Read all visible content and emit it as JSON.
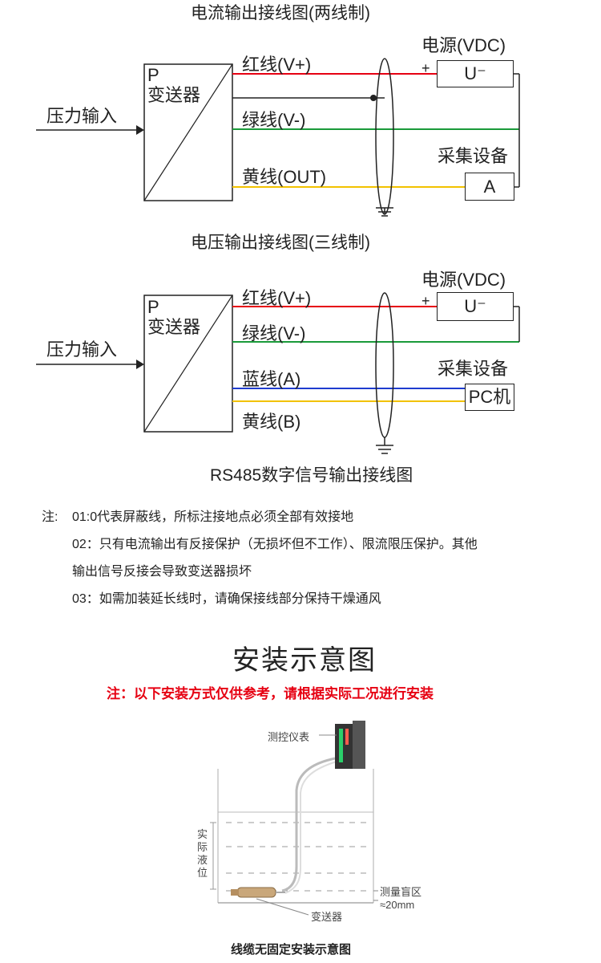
{
  "diagram1": {
    "title": "电流输出接线图(两线制)",
    "pressure_input": "压力输入",
    "transmitter_p": "P",
    "transmitter_name": "变送器",
    "wire_red": "红线(V+)",
    "wire_green": "绿线(V-)",
    "wire_yellow": "黄线(OUT)",
    "power_label": "电源(VDC)",
    "plus": "+",
    "power_box": "U⁻",
    "collector_label": "采集设备",
    "collector_box": "A"
  },
  "diagram2": {
    "title": "电压输出接线图(三线制)",
    "pressure_input": "压力输入",
    "transmitter_p": "P",
    "transmitter_name": "变送器",
    "wire_red": "红线(V+)",
    "wire_green": "绿线(V-)",
    "wire_blue": "蓝线(A)",
    "wire_yellow": "黄线(B)",
    "power_label": "电源(VDC)",
    "plus": "+",
    "power_box": "U⁻",
    "collector_label": "采集设备",
    "collector_box": "PC机"
  },
  "diagram3": {
    "title": "RS485数字信号输出接线图"
  },
  "notes": {
    "prefix": "注:",
    "n1": "01:0代表屏蔽线，所标注接地点必须全部有效接地",
    "n2a": "02：只有电流输出有反接保护（无损坏但不工作）、限流限压保护。其他",
    "n2b": "输出信号反接会导致变送器损坏",
    "n3": "03：如需加装延长线时，请确保接线部分保持干燥通风"
  },
  "install": {
    "title": "安装示意图",
    "warning": "注：以下安装方式仅供参考，请根据实际工况进行安装",
    "meter_label": "测控仪表",
    "level_label": "实际液位",
    "blind_zone_label": "测量盲区",
    "blind_zone_value": "≈20mm",
    "transmitter_label": "变送器",
    "caption": "线缆无固定安装示意图"
  },
  "colors": {
    "red_wire": "#e60012",
    "green_wire": "#1a9a3a",
    "yellow_wire": "#f2c200",
    "blue_wire": "#1f3ccf",
    "warning_text": "#e60012"
  }
}
